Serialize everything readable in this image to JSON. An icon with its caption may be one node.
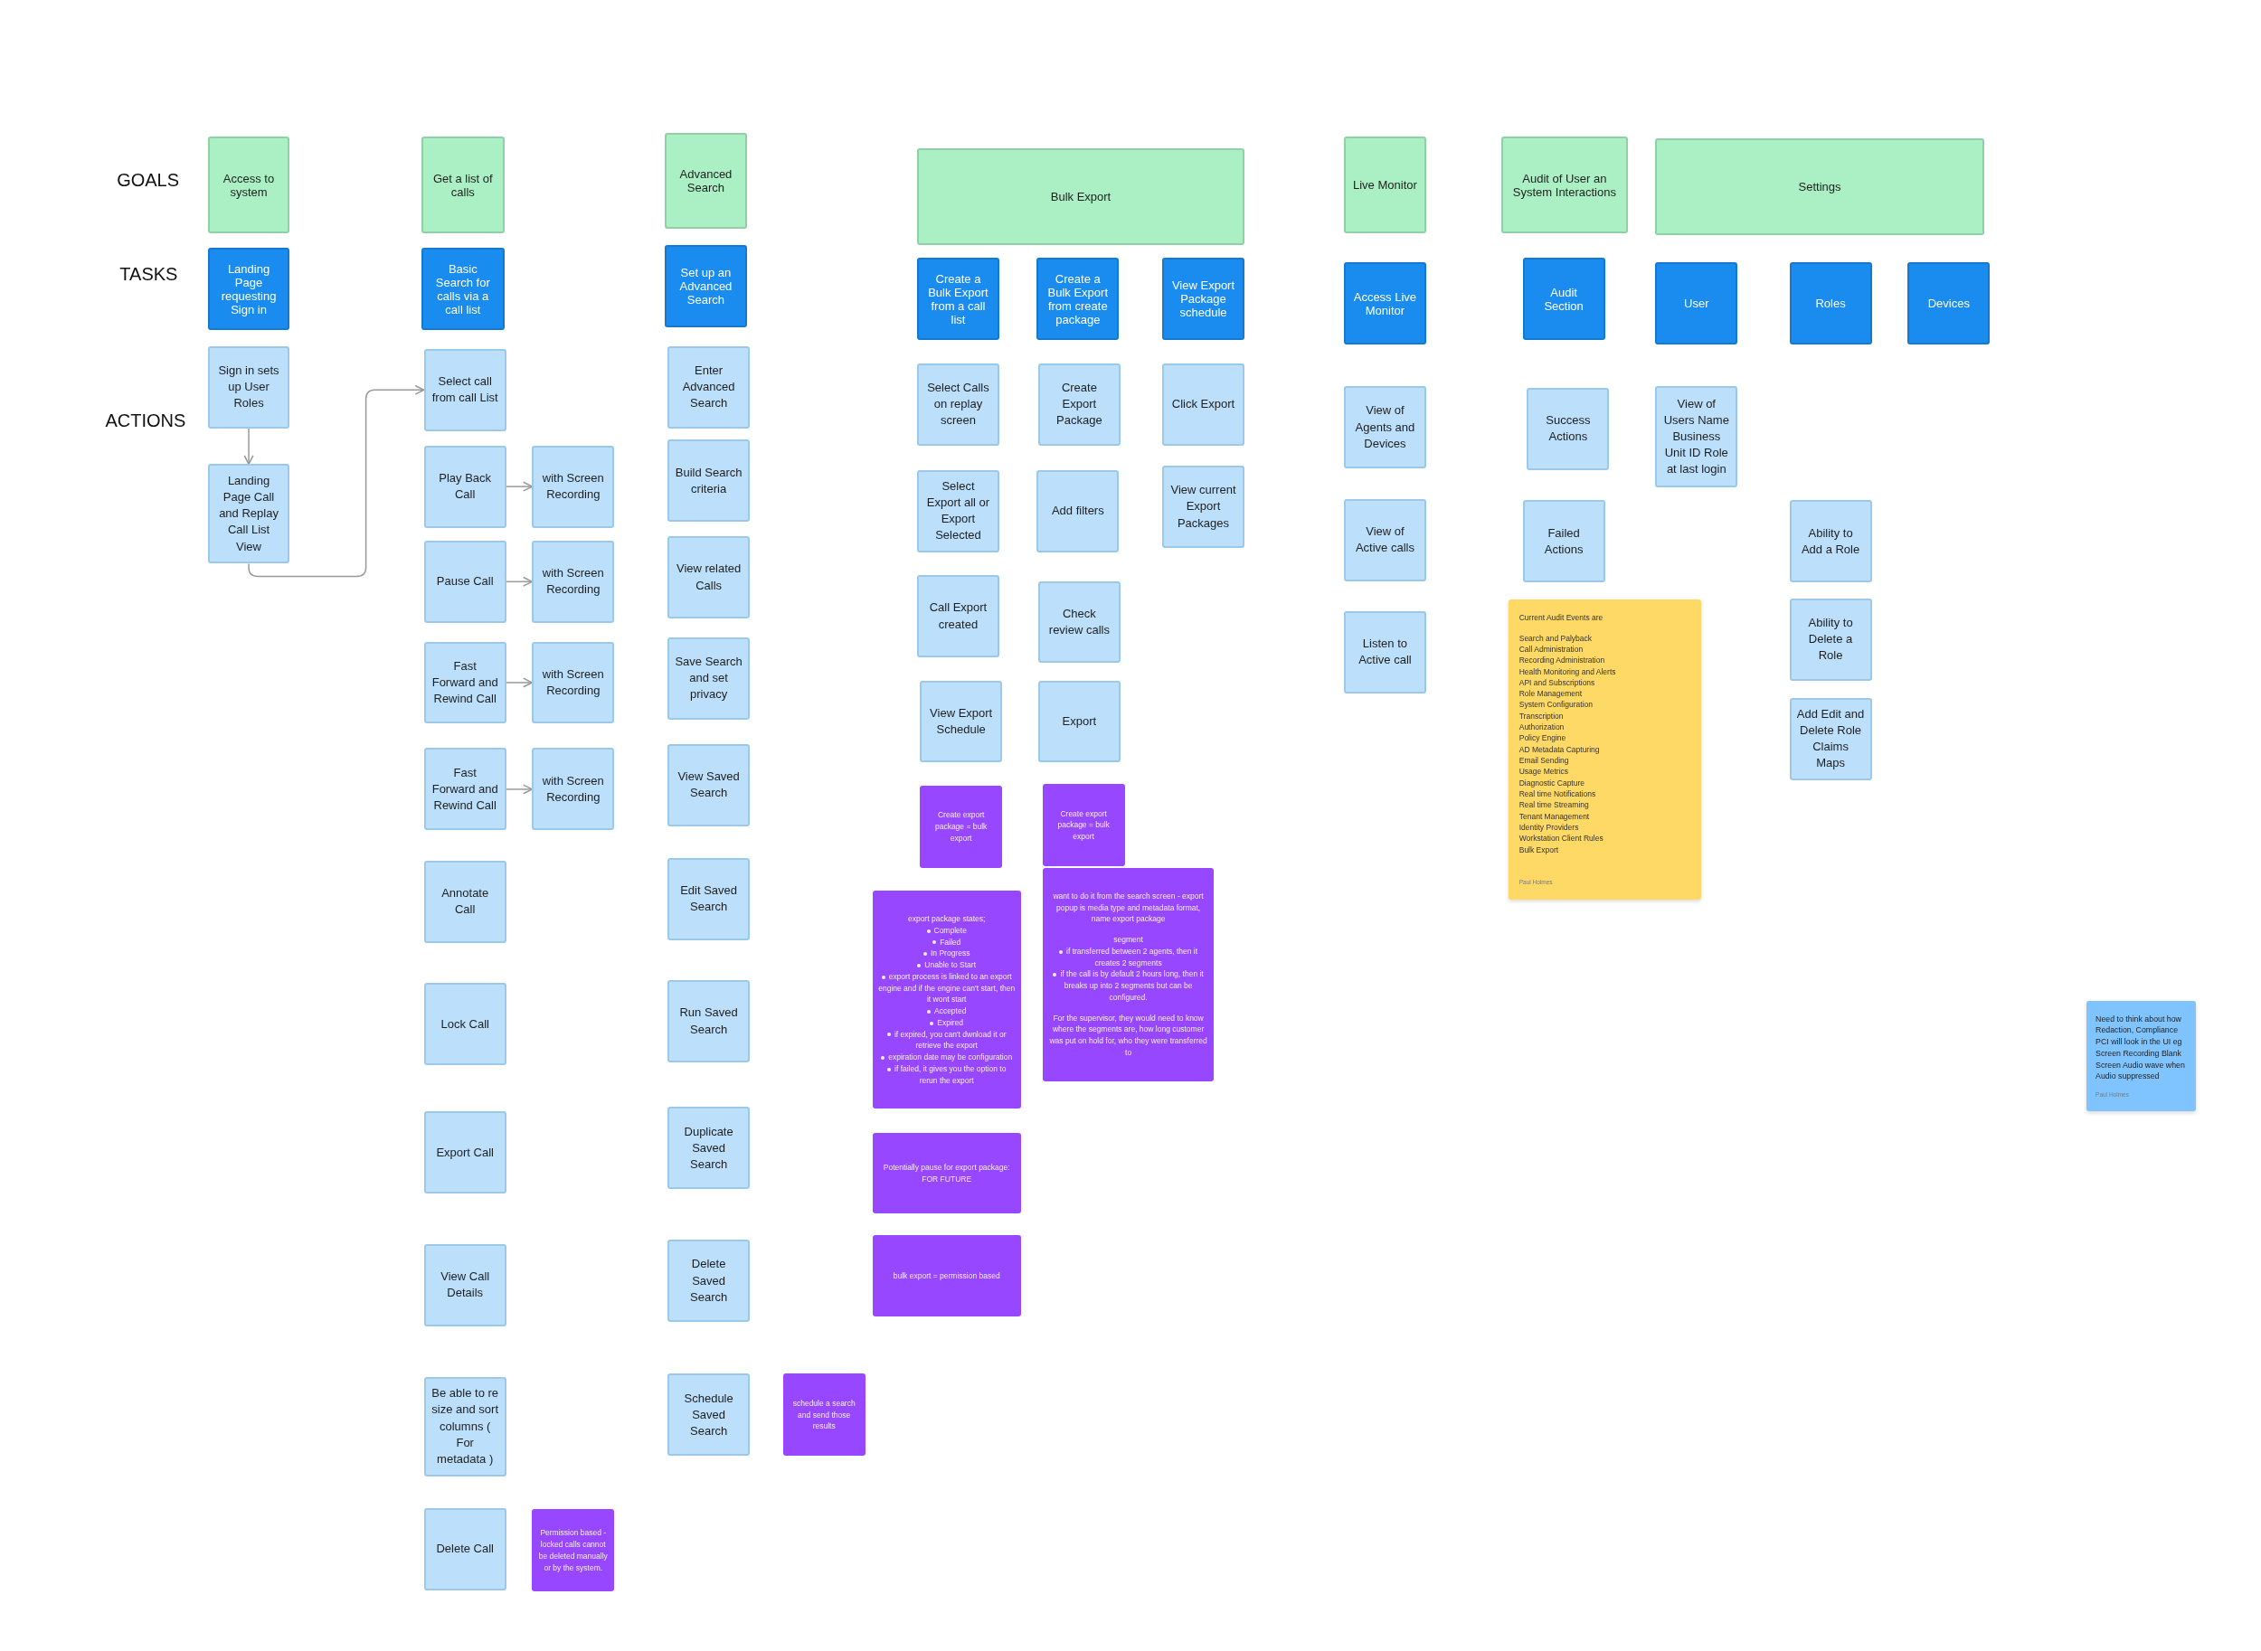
{
  "diagram": {
    "nodes": [
      {
        "text": [
          "Access to system"
        ]
      },
      {
        "text": [
          "Landing Page requesting Sign in"
        ]
      },
      {
        "text": [
          "Sign in sets up User Roles"
        ]
      },
      {
        "text": [
          "Landing Page Call and Replay Call List View"
        ]
      },
      {
        "text": [
          "Get a list of calls"
        ]
      },
      {
        "text": [
          "Basic Search for calls via a call list"
        ]
      },
      {
        "text": [
          "Select call from call List"
        ]
      },
      {
        "text": [
          "Play Back Call"
        ]
      },
      {
        "text": [
          "with Screen Recording"
        ]
      },
      {
        "text": [
          "Pause Call"
        ]
      },
      {
        "text": [
          "with Screen Recording"
        ]
      },
      {
        "text": [
          "Fast Forward and Rewind Call"
        ]
      },
      {
        "text": [
          "with Screen Recording"
        ]
      },
      {
        "text": [
          "Fast Forward and Rewind Call"
        ]
      },
      {
        "text": [
          "with Screen Recording"
        ]
      },
      {
        "text": [
          "Annotate Call"
        ]
      },
      {
        "text": [
          "Lock Call"
        ]
      },
      {
        "text": [
          "Export Call"
        ]
      },
      {
        "text": [
          "View Call Details"
        ]
      },
      {
        "text": [
          "Be able to re size and sort columns ( For metadata )"
        ]
      },
      {
        "text": [
          "Delete Call"
        ]
      },
      {
        "text": [
          "Permission based - locked calls cannot be deleted manually or by the system."
        ]
      },
      {
        "text": [
          "Advanced Search"
        ]
      },
      {
        "text": [
          "Set up an Advanced Search"
        ]
      },
      {
        "text": [
          "Enter Advanced Search"
        ]
      },
      {
        "text": [
          "Build Search criteria"
        ]
      },
      {
        "text": [
          "View related Calls"
        ]
      },
      {
        "text": [
          "Save Search and set privacy"
        ]
      },
      {
        "text": [
          "View Saved Search"
        ]
      },
      {
        "text": [
          "Edit Saved Search"
        ]
      },
      {
        "text": [
          "Run Saved Search"
        ]
      },
      {
        "text": [
          "Duplicate Saved Search"
        ]
      },
      {
        "text": [
          "Delete Saved Search"
        ]
      },
      {
        "text": [
          "Schedule Saved Search"
        ]
      },
      {
        "text": [
          "schedule a search and send those results"
        ]
      },
      {
        "text": [
          "Bulk Export"
        ]
      },
      {
        "text": [
          "Create a Bulk Export from a call list"
        ]
      },
      {
        "text": [
          "Create a Bulk Export from create package"
        ]
      },
      {
        "text": [
          "View Export Package schedule"
        ]
      },
      {
        "text": [
          "Select Calls on replay screen"
        ]
      },
      {
        "text": [
          "Create Export Package"
        ]
      },
      {
        "text": [
          "Click Export"
        ]
      },
      {
        "text": [
          "Select Export all or Export Selected"
        ]
      },
      {
        "text": [
          "Add filters"
        ]
      },
      {
        "text": [
          "View current Export Packages"
        ]
      },
      {
        "text": [
          "Call Export created"
        ]
      },
      {
        "text": [
          "Check review calls"
        ]
      },
      {
        "text": [
          "View Export Schedule"
        ]
      },
      {
        "text": [
          "Export"
        ]
      },
      {
        "text": [
          "Create export package = bulk export"
        ]
      },
      {
        "text": [
          "Create export package = bulk export"
        ]
      },
      {
        "text": [
          "export package states;",
          "Complete",
          "Failed",
          "In Progress",
          "Unable to Start",
          "export process is linked to an export engine and if the engine can't start, then it wont start",
          "Accepted",
          "Expired",
          "if expired, you can't dwnload it or retrieve the export",
          "expiration date may be configuration",
          "if failed, it gives you the option to rerun the export"
        ]
      },
      {
        "text": [
          "want to do it from the search screen - export popup is media type and metadata format, name export package",
          "segment",
          "if transferred between 2 agents, then it creates 2 segments",
          "if the call is by default 2 hours long, then it breaks up into 2 segments but can be configured.",
          "For the supervisor, they would need to know where the segments are, how long customer was put on hold for, who they were transferred to"
        ]
      },
      {
        "text": [
          "Potentially pause for export package: FOR FUTURE"
        ]
      },
      {
        "text": [
          "bulk export = permission based"
        ]
      },
      {
        "text": [
          "Live Monitor"
        ]
      },
      {
        "text": [
          "Access Live Monitor"
        ]
      },
      {
        "text": [
          "View of Agents and Devices"
        ]
      },
      {
        "text": [
          "View of Active calls"
        ]
      },
      {
        "text": [
          "Listen to Active call"
        ]
      },
      {
        "text": [
          "Audit of User an System Interactions"
        ]
      },
      {
        "text": [
          "Audit Section"
        ]
      },
      {
        "text": [
          "Success Actions"
        ]
      },
      {
        "text": [
          "Failed Actions"
        ]
      },
      {
        "text": [
          "Current Audit Events are",
          "Search and Palyback",
          "Call Administration",
          "Recording Administration",
          "Health Monitoring and Alerts",
          "API and Subscriptions",
          "Role Management",
          "System Configuration",
          "Transcription",
          "Authorization",
          "Policy Engine",
          "AD Metadata Capturing",
          "Email Sending",
          "Usage Metrics",
          "Diagnostic Capture",
          "Real time Notifications",
          "Real time Streaming",
          "Tenant Management",
          "Identity Providers",
          "Workstation Client Rules",
          "Bulk Export",
          "Paul Holmes"
        ]
      },
      {
        "text": [
          "Settings"
        ]
      },
      {
        "text": [
          "User"
        ]
      },
      {
        "text": [
          "Roles"
        ]
      },
      {
        "text": [
          "Devices"
        ]
      },
      {
        "text": [
          "View of Users Name Business Unit ID Role at last login"
        ]
      },
      {
        "text": [
          "Ability to Add a Role"
        ]
      },
      {
        "text": [
          "Ability to Delete a Role"
        ]
      },
      {
        "text": [
          "Add Edit and Delete Role Claims Maps"
        ]
      },
      {
        "text": [
          "Need to think about how Redaction, Compliance PCI will look in the UI eg Screen Recording Blank Screen Audio wave when Audio suppressed",
          "Paul Holmes"
        ]
      }
    ],
    "edges": [
      {
        "from": 2,
        "to": 3,
        "arrow": "to"
      },
      {
        "from": 3,
        "to": 6,
        "arrow": "to"
      },
      {
        "from": 7,
        "to": 8,
        "arrow": "to"
      },
      {
        "from": 9,
        "to": 10,
        "arrow": "to"
      },
      {
        "from": 11,
        "to": 12,
        "arrow": "to"
      },
      {
        "from": 13,
        "to": 14,
        "arrow": "to"
      }
    ],
    "labels": [
      "GOALS",
      "TASKS",
      "ACTIONS"
    ]
  }
}
